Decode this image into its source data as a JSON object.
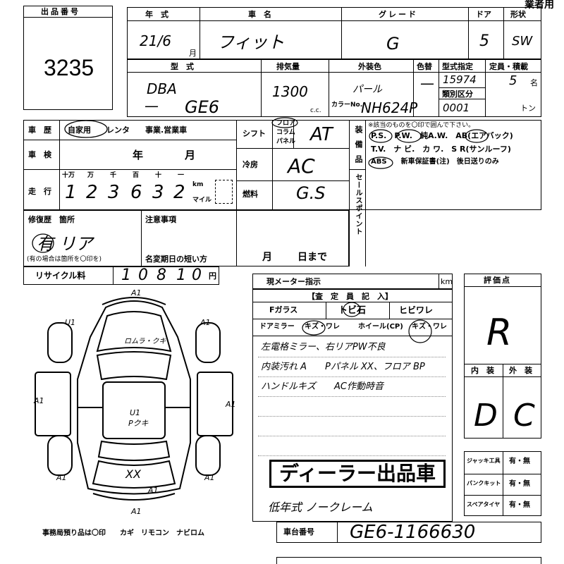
{
  "header_title": "業者用",
  "lot": {
    "label": "出品番号",
    "value": "3235"
  },
  "top_row": {
    "year_label": "年　式",
    "car_name_label": "車　名",
    "grade_label": "グレード",
    "door_label": "ドア",
    "shape_label": "形状",
    "year_value": "21/6",
    "month_unit": "月",
    "car_name_value": "フィット",
    "grade_value": "G",
    "door_value": "5",
    "shape_value": "SW"
  },
  "second_row": {
    "model_label": "型　式",
    "disp_label": "排気量",
    "color_label": "外装色",
    "color_no_label": "色替",
    "model_cert_label": "型式指定",
    "class_label": "類別区分",
    "capacity_label": "定員・積載",
    "model_value_1": "DBA",
    "model_value_2": "GE6",
    "disp_value": "1300",
    "cc_unit": "c.c.",
    "color_value": "パール",
    "color_no_value": "—",
    "color_code_label": "カラーNo.",
    "color_code": "NH624P",
    "model_cert_value": "15974",
    "class_value": "0001",
    "capacity_value": "5",
    "capacity_unit": "名",
    "ton_unit": "トン"
  },
  "history": {
    "label": "車　歴",
    "options": "自家用　　レンタ　　事業.営業車",
    "inspection_label": "車　検",
    "inspection_year": "年",
    "inspection_month": "月",
    "mileage_label": "走　行",
    "digit_labels": [
      "十万",
      "万",
      "千",
      "百",
      "十",
      "一"
    ],
    "mileage_digits": [
      "1",
      "2",
      "3",
      "6",
      "3",
      "2"
    ],
    "km_label": "km",
    "mile_label": "マイル"
  },
  "spec": {
    "shift_label": "シフト",
    "shift_options": [
      "フロア",
      "コラム",
      "パネル"
    ],
    "shift_value": "AT",
    "ac_label": "冷房",
    "ac_value": "AC",
    "fuel_label": "燃料",
    "fuel_value": "G.S"
  },
  "equipment": {
    "side_label": "装備品",
    "note": "※該当のものを〇印で囲んで下さい。",
    "line1": "P.S.　P.W.　純A.W.　AB(エアバック)",
    "line2": "T.V.　ナ ビ.　カ ワ.　S R(サンルーフ)",
    "line3": "ABS　　新車保証書(注)　後日送りのみ"
  },
  "sales_point_label": "セールスポイント",
  "repair": {
    "label": "修復歴　箇所",
    "value": "有 リア",
    "note": "(有の場合は箇所を〇印を)"
  },
  "notes": {
    "label": "注意事項",
    "name_change": "名変期日の短い方",
    "month": "月",
    "day": "日まで"
  },
  "recycle": {
    "label": "リサイクル料",
    "digits": [
      "1",
      "0",
      "8",
      "1",
      "0"
    ],
    "unit": "円"
  },
  "meter": {
    "label": "現メーター指示",
    "unit": "km"
  },
  "inspector": {
    "title": "【査　定　員　記　入】",
    "glass_label": "Fガラス",
    "glass_chip": "トビ石",
    "glass_crack": "ヒビワレ",
    "mirror_label": "ドアミラー",
    "mirror_state": "キズ・ワレ",
    "wheel_label": "ホイール(CP)",
    "wheel_state": "キズ・ワレ",
    "remarks": [
      "左電格ミラー、右リアPW不良",
      "内装汚れ A　　Pパネル XX、フロア BP",
      "ハンドルキズ　　AC作動時音"
    ],
    "stamp": "ディーラー出品車",
    "bottom_remark": "低年式 ノークレーム"
  },
  "rating": {
    "label": "評価点",
    "value": "R",
    "interior_label": "内　装",
    "exterior_label": "外　装",
    "interior_value": "D",
    "exterior_value": "C"
  },
  "tools": [
    {
      "label": "ジャッキ工具",
      "value": "有・無"
    },
    {
      "label": "パンクキット",
      "value": "有・無"
    },
    {
      "label": "スペアタイヤ",
      "value": "有・無"
    }
  ],
  "chassis": {
    "label": "車台番号",
    "value": "GE6-1166630"
  },
  "diagram": {
    "marks": [
      "A1",
      "U1",
      "A1",
      "A1",
      "A1",
      "A1",
      "A1",
      "A1",
      "ロムラ・クキ",
      "U1",
      "Pクキ",
      "XX",
      "A1"
    ],
    "footer": "事務局預り品は〇印　　カギ　リモコン　ナビロム"
  }
}
